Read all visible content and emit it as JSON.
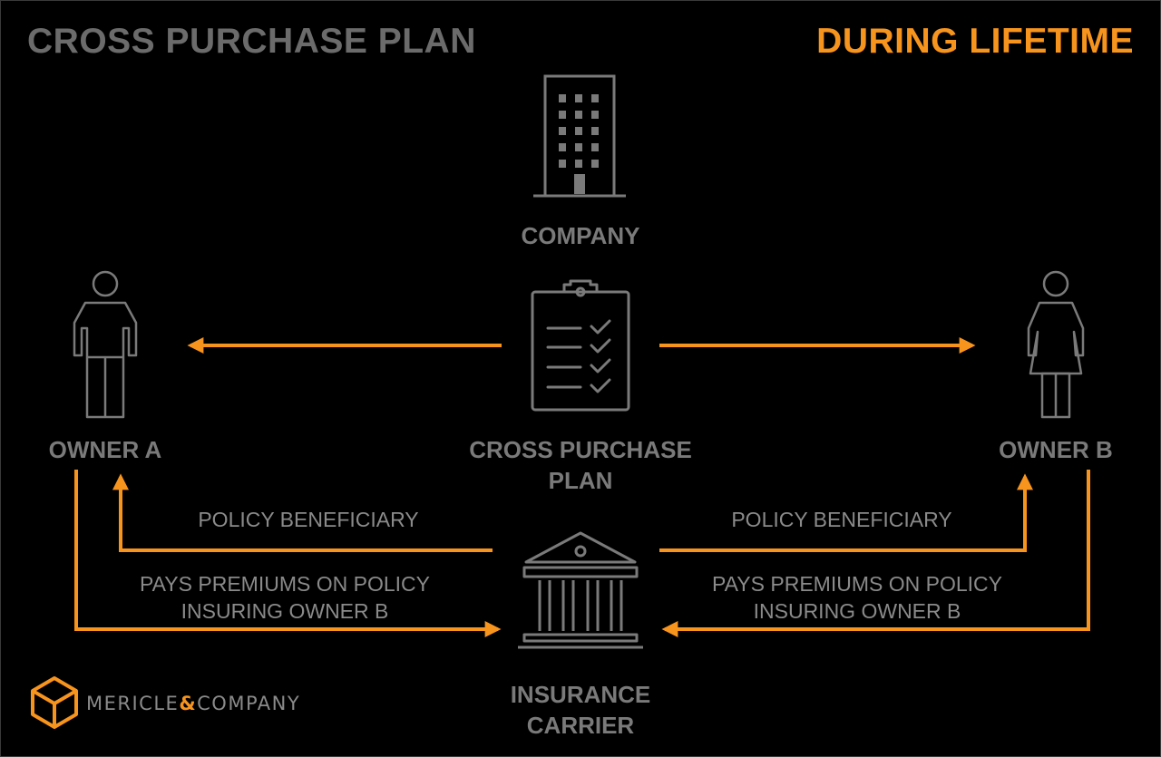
{
  "header": {
    "title": "CROSS PURCHASE PLAN",
    "subtitle": "DURING LIFETIME"
  },
  "nodes": {
    "company": {
      "label": "COMPANY",
      "icon": "building-icon"
    },
    "plan": {
      "label_line1": "CROSS PURCHASE",
      "label_line2": "PLAN",
      "icon": "clipboard-checklist-icon"
    },
    "owner_a": {
      "label": "OWNER A",
      "icon": "man-icon"
    },
    "owner_b": {
      "label": "OWNER B",
      "icon": "woman-icon"
    },
    "carrier": {
      "label_line1": "INSURANCE",
      "label_line2": "CARRIER",
      "icon": "bank-building-icon"
    }
  },
  "edges": {
    "left_beneficiary": "POLICY BENEFICIARY",
    "right_beneficiary": "POLICY BENEFICIARY",
    "left_premiums_line1": "PAYS PREMIUMS ON POLICY",
    "left_premiums_line2": "INSURING OWNER B",
    "right_premiums_line1": "PAYS PREMIUMS ON POLICY",
    "right_premiums_line2": "INSURING OWNER B"
  },
  "logo": {
    "name_part1": "MERICLE",
    "ampersand": "&",
    "name_part2": "COMPANY",
    "icon": "cube-logo-icon"
  },
  "colors": {
    "background": "#000000",
    "accent": "#f7941d",
    "title_gray": "#6b6b6b",
    "icon_gray": "#7a7a7a",
    "text_gray": "#8a8a8a"
  }
}
